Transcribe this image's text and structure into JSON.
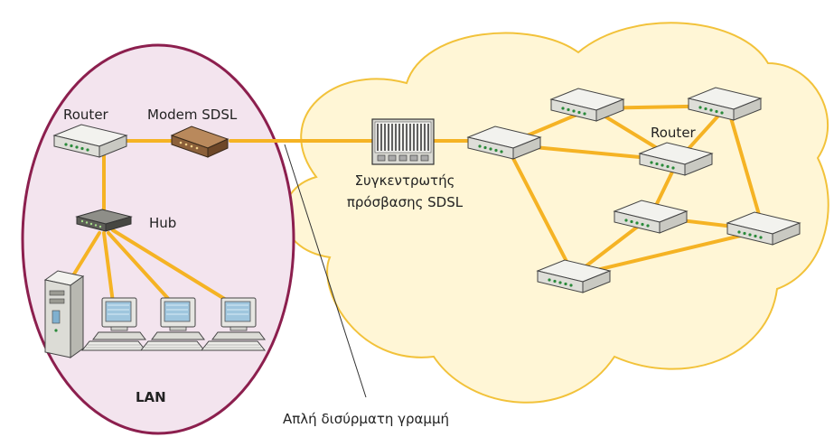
{
  "labels": {
    "lan_router": "Router",
    "modem": "Modem SDSL",
    "hub": "Hub",
    "lan": "LAN",
    "concentrator_line1": "Συγκεντρωτής",
    "concentrator_line2": "πρόσβασης SDSL",
    "cloud_router": "Router",
    "line_callout": "Απλή δισύρματη γραμμή"
  },
  "colors": {
    "lan_fill": "#f3e4ee",
    "lan_border": "#8c1f4e",
    "cloud_fill": "#fff6d6",
    "cloud_border": "#f2c23a",
    "link": "#f5b324",
    "device_top": "#f2f2ee",
    "device_side": "#c9c9c2"
  },
  "icons": {
    "router": "router-icon",
    "modem": "modem-icon",
    "hub": "hub-icon",
    "server": "server-tower-icon",
    "workstation": "workstation-icon",
    "concentrator": "dslam-icon"
  }
}
